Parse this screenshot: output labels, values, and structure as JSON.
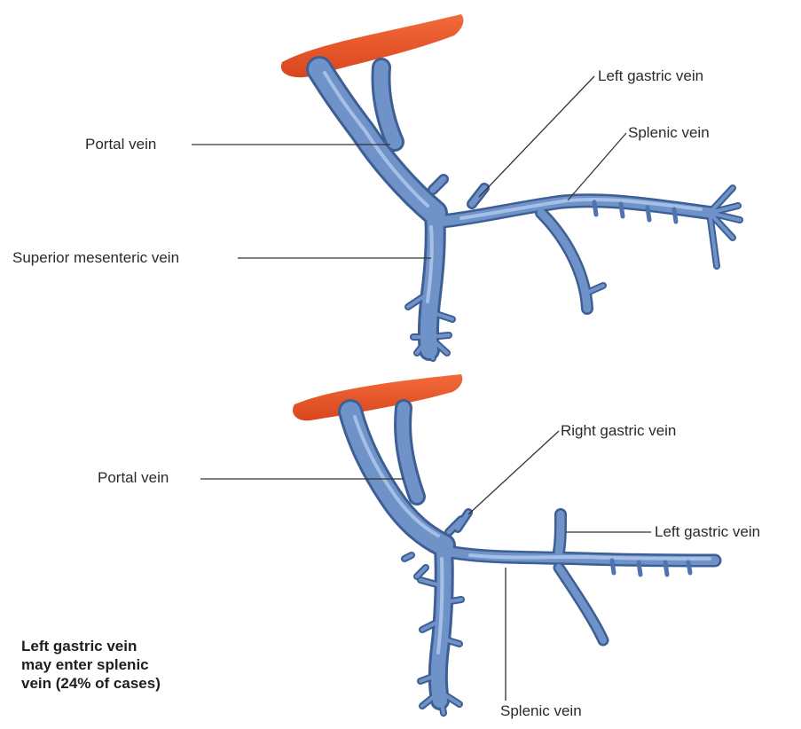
{
  "top": {
    "labels": {
      "portal_vein": "Portal vein",
      "superior_mesenteric_vein": "Superior mesenteric vein",
      "left_gastric_vein": "Left gastric vein",
      "splenic_vein": "Splenic vein"
    }
  },
  "bottom": {
    "labels": {
      "portal_vein": "Portal vein",
      "right_gastric_vein": "Right gastric vein",
      "left_gastric_vein": "Left gastric vein",
      "splenic_vein": "Splenic vein"
    }
  },
  "note": {
    "line1": "Left gastric vein",
    "line2": "may enter splenic",
    "line3": "vein (24% of cases)"
  },
  "colors": {
    "vein": "#6f93c9",
    "vein_dark": "#3d5f94",
    "vein_light": "#a9c3e8",
    "liver": "#e8552a",
    "leader_line": "#333333"
  }
}
